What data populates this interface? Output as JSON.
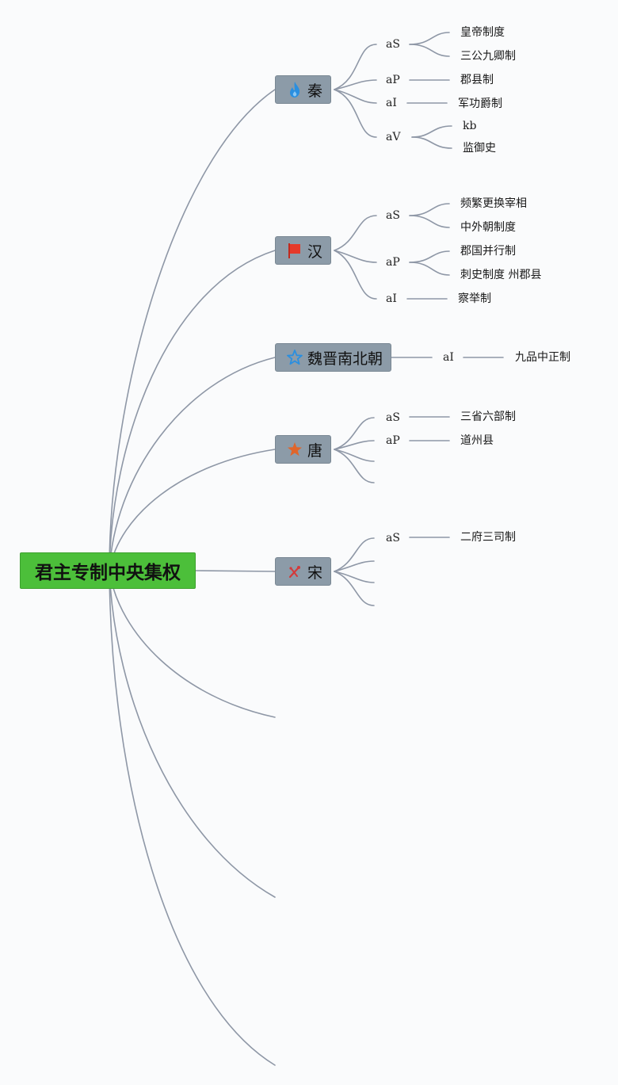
{
  "root": {
    "label": "君主专制中央集权"
  },
  "branches": {
    "qin": {
      "label": "秦",
      "icon": "flame-icon",
      "icon_color": "#2a8fe0",
      "cats": {
        "s": {
          "label": "aS",
          "leaves": [
            "皇帝制度",
            "三公九卿制"
          ]
        },
        "p": {
          "label": "aP",
          "leaves": [
            "郡县制"
          ]
        },
        "i": {
          "label": "aI",
          "leaves": [
            "军功爵制"
          ]
        },
        "v": {
          "label": "aV",
          "leaves": [
            "kb",
            "监御史"
          ]
        }
      }
    },
    "han": {
      "label": "汉",
      "icon": "flag-icon",
      "icon_color": "#e53a2a",
      "cats": {
        "s": {
          "label": "aS",
          "leaves": [
            "频繁更换宰相",
            "中外朝制度"
          ]
        },
        "p": {
          "label": "aP",
          "leaves": [
            "郡国并行制",
            "刺史制度 州郡县"
          ]
        },
        "i": {
          "label": "aI",
          "leaves": [
            "察举制"
          ]
        }
      }
    },
    "wei": {
      "label": "魏晋南北朝",
      "icon": "star-outline-icon",
      "icon_color": "#2a8fe0",
      "cats": {
        "i": {
          "label": "aI",
          "leaves": [
            "九品中正制"
          ]
        }
      }
    },
    "tang": {
      "label": "唐",
      "icon": "star-icon",
      "icon_color": "#e0652a",
      "cats": {
        "s": {
          "label": "aS",
          "leaves": [
            "三省六部制"
          ]
        },
        "p": {
          "label": "aP",
          "leaves": [
            "道州县"
          ]
        }
      }
    },
    "song": {
      "label": "宋",
      "icon": "crossed-tools-icon",
      "icon_color": "#d43a3a",
      "cats": {
        "s": {
          "label": "aS",
          "leaves": [
            "二府三司制"
          ]
        }
      }
    }
  },
  "colors": {
    "root_fill": "#4cbf3a",
    "branch_fill": "#8c9ba8",
    "connector": "#8e97a6",
    "background": "#fafbfc"
  }
}
